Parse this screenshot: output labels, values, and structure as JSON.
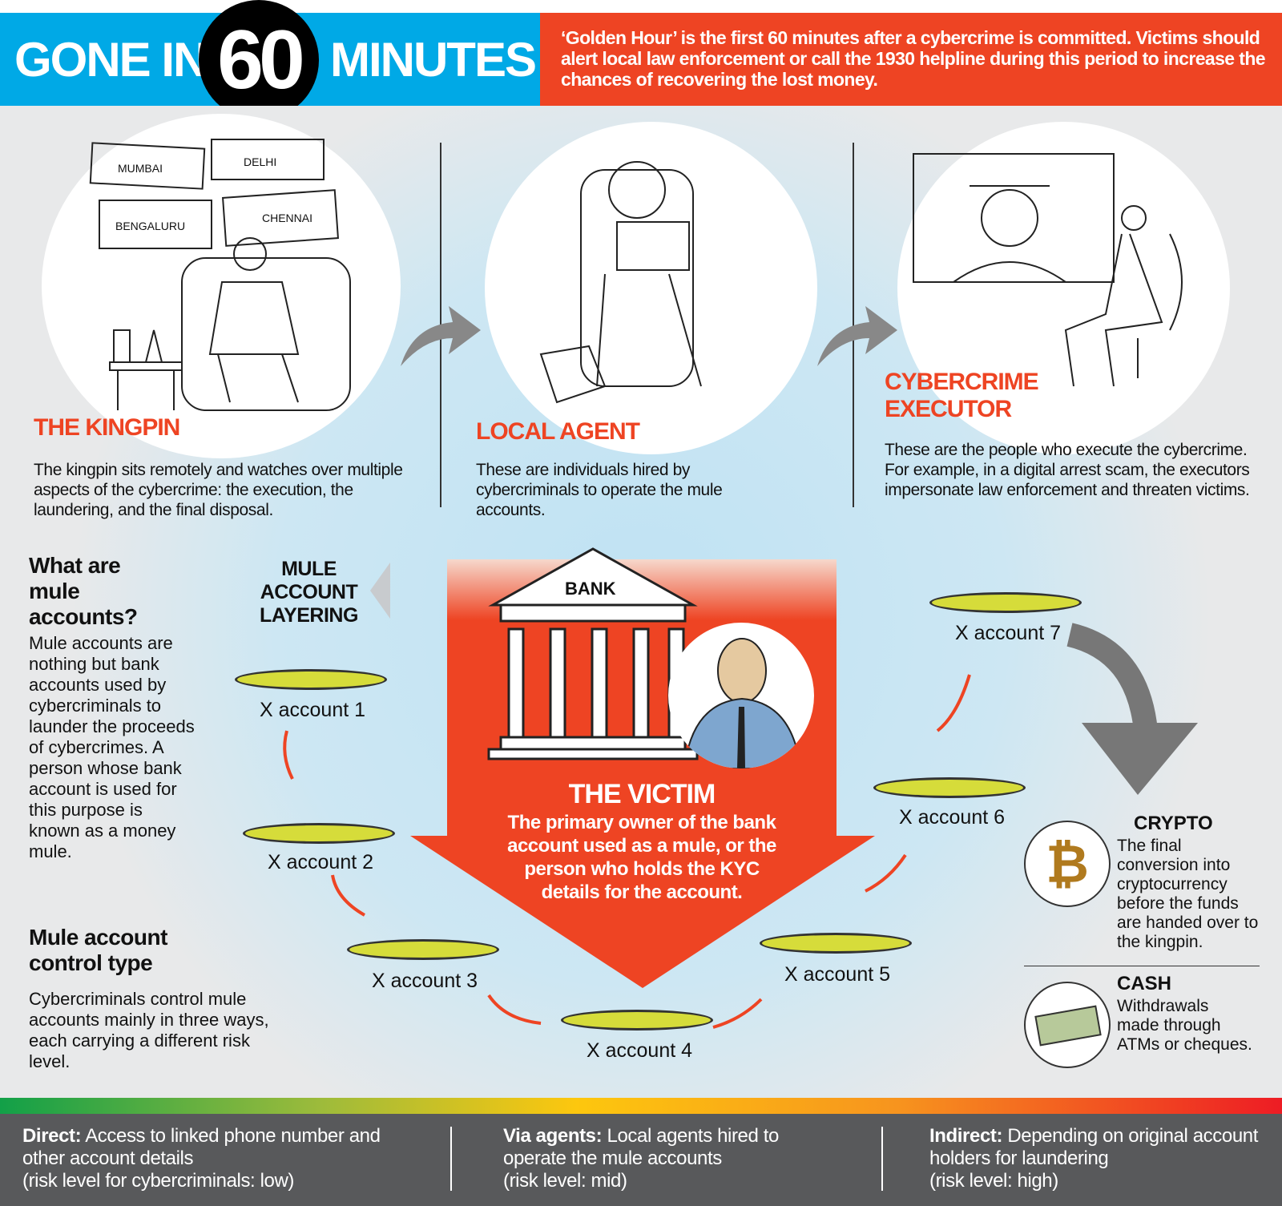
{
  "header": {
    "title_left": "GONE IN",
    "title_number": "60",
    "title_right": "MINUTES",
    "intro": "‘Golden Hour’ is the first 60 minutes after a cybercrime is committed. Victims should alert local law enforcement or call the 1930 helpline during this period to increase the chances of recovering the lost money."
  },
  "kingpin": {
    "title": "THE KINGPIN",
    "desc": "The kingpin sits remotely and watches over multiple aspects of the cybercrime: the execution, the laundering, and the final disposal.",
    "cities": [
      "MUMBAI",
      "DELHI",
      "BENGALURU",
      "CHENNAI"
    ]
  },
  "agent": {
    "title": "LOCAL AGENT",
    "desc": "These are individuals hired by cybercriminals to operate the mule accounts."
  },
  "executor": {
    "title": "CYBERCRIME EXECUTOR",
    "desc": "These are the people who execute the cybercrime. For example, in a digital arrest scam, the executors impersonate law enforcement and threaten victims."
  },
  "mule": {
    "q_title": "What are mule accounts?",
    "q_desc": "Mule accounts are nothing but bank accounts used by cybercriminals to launder the proceeds of cybercrimes. A person whose bank account is used for this purpose is known as a money mule.",
    "ct_title": "Mule account control type",
    "ct_desc": "Cybercriminals control mule accounts mainly in three ways, each carrying a different risk level.",
    "layering": "MULE ACCOUNT LAYERING"
  },
  "accounts": [
    "X account 1",
    "X account 2",
    "X account 3",
    "X account 4",
    "X account 5",
    "X account 6",
    "X account 7"
  ],
  "victim": {
    "bank_label": "BANK",
    "title": "THE VICTIM",
    "desc": "The primary owner of the bank account used as a mule, or the person who holds the KYC details for the account."
  },
  "crypto": {
    "title": "CRYPTO",
    "desc": "The final conversion into cryptocurrency before the funds are handed over to the kingpin."
  },
  "cash": {
    "title": "CASH",
    "desc": "Withdrawals made through ATMs or cheques."
  },
  "footer": [
    {
      "label": "Direct:",
      "text": "Access to linked phone number and other account details",
      "risk": "(risk level for cybercriminals: low)"
    },
    {
      "label": "Via agents:",
      "text": "Local agents hired to operate the mule accounts",
      "risk": "(risk level: mid)"
    },
    {
      "label": "Indirect:",
      "text": "Depending on original account holders for laundering",
      "risk": "(risk level: high)"
    }
  ]
}
